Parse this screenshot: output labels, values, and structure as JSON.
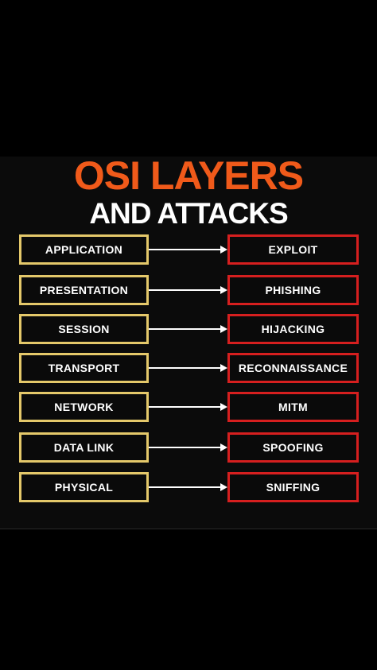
{
  "title": {
    "line1": "OSI LAYERS",
    "line2": "AND ATTACKS"
  },
  "colors": {
    "title_accent": "#f05a1a",
    "layer_border": "#e4c86a",
    "attack_border": "#d61f1f",
    "background": "#000000"
  },
  "rows": [
    {
      "layer": "APPLICATION",
      "attack": "EXPLOIT"
    },
    {
      "layer": "PRESENTATION",
      "attack": "PHISHING"
    },
    {
      "layer": "SESSION",
      "attack": "HIJACKING"
    },
    {
      "layer": "TRANSPORT",
      "attack": "RECONNAISSANCE"
    },
    {
      "layer": "NETWORK",
      "attack": "MITM"
    },
    {
      "layer": "DATA LINK",
      "attack": "SPOOFING"
    },
    {
      "layer": "PHYSICAL",
      "attack": "SNIFFING"
    }
  ]
}
